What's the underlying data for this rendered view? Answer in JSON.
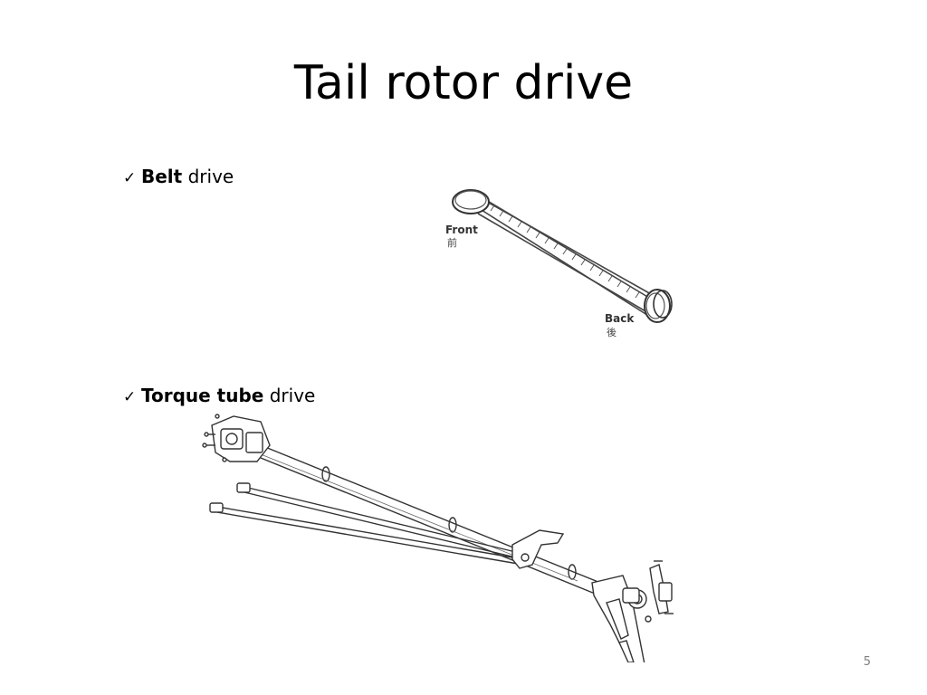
{
  "slide": {
    "title": "Tail rotor drive",
    "page_number": "5",
    "bullets": [
      {
        "icon": "check-icon",
        "bold": "Belt",
        "rest": " drive"
      },
      {
        "icon": "check-icon",
        "bold": "Torque tube",
        "rest": " drive"
      }
    ],
    "belt_figure": {
      "front_label": "Front",
      "front_label_cn": "前",
      "back_label": "Back",
      "back_label_cn": "後"
    }
  }
}
